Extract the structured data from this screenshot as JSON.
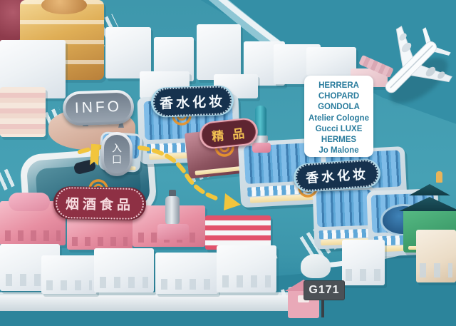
{
  "map": {
    "signs": {
      "info": {
        "label": "INFO"
      },
      "entrance": {
        "label": "入口"
      },
      "perfume_upper": {
        "label": "香水化妆"
      },
      "boutique": {
        "label": "精品"
      },
      "tobacco_liquor_food": {
        "label": "烟酒食品"
      },
      "perfume_lower": {
        "label": "香水化妆"
      },
      "gate": {
        "label": "G171"
      }
    },
    "brand_panel": {
      "items": [
        "HERRERA",
        "CHOPARD",
        "GONDOLA",
        "Atelier Cologne",
        "Gucci LUXE",
        "HERMES",
        "Jo Malone"
      ]
    },
    "colors": {
      "background_teal": "#46A1B5",
      "water_teal": "#348FA6",
      "sign_navy": "#16324E",
      "sign_navy_rim": "#A8D4E6",
      "sign_maroon": "#5E2531",
      "sign_maroon_rim": "#E8A9B4",
      "boutique_text_gold": "#F2C052",
      "tobacco_sign_red": "#8E3044",
      "route_yellow": "#F2C53D",
      "marker_orange": "#E8942C",
      "brand_text_teal": "#2A7C9D",
      "building_blue": "#5FA8D8",
      "building_pink": "#E78FA2",
      "building_gold": "#DFAE56",
      "building_green": "#3FA26F"
    }
  }
}
